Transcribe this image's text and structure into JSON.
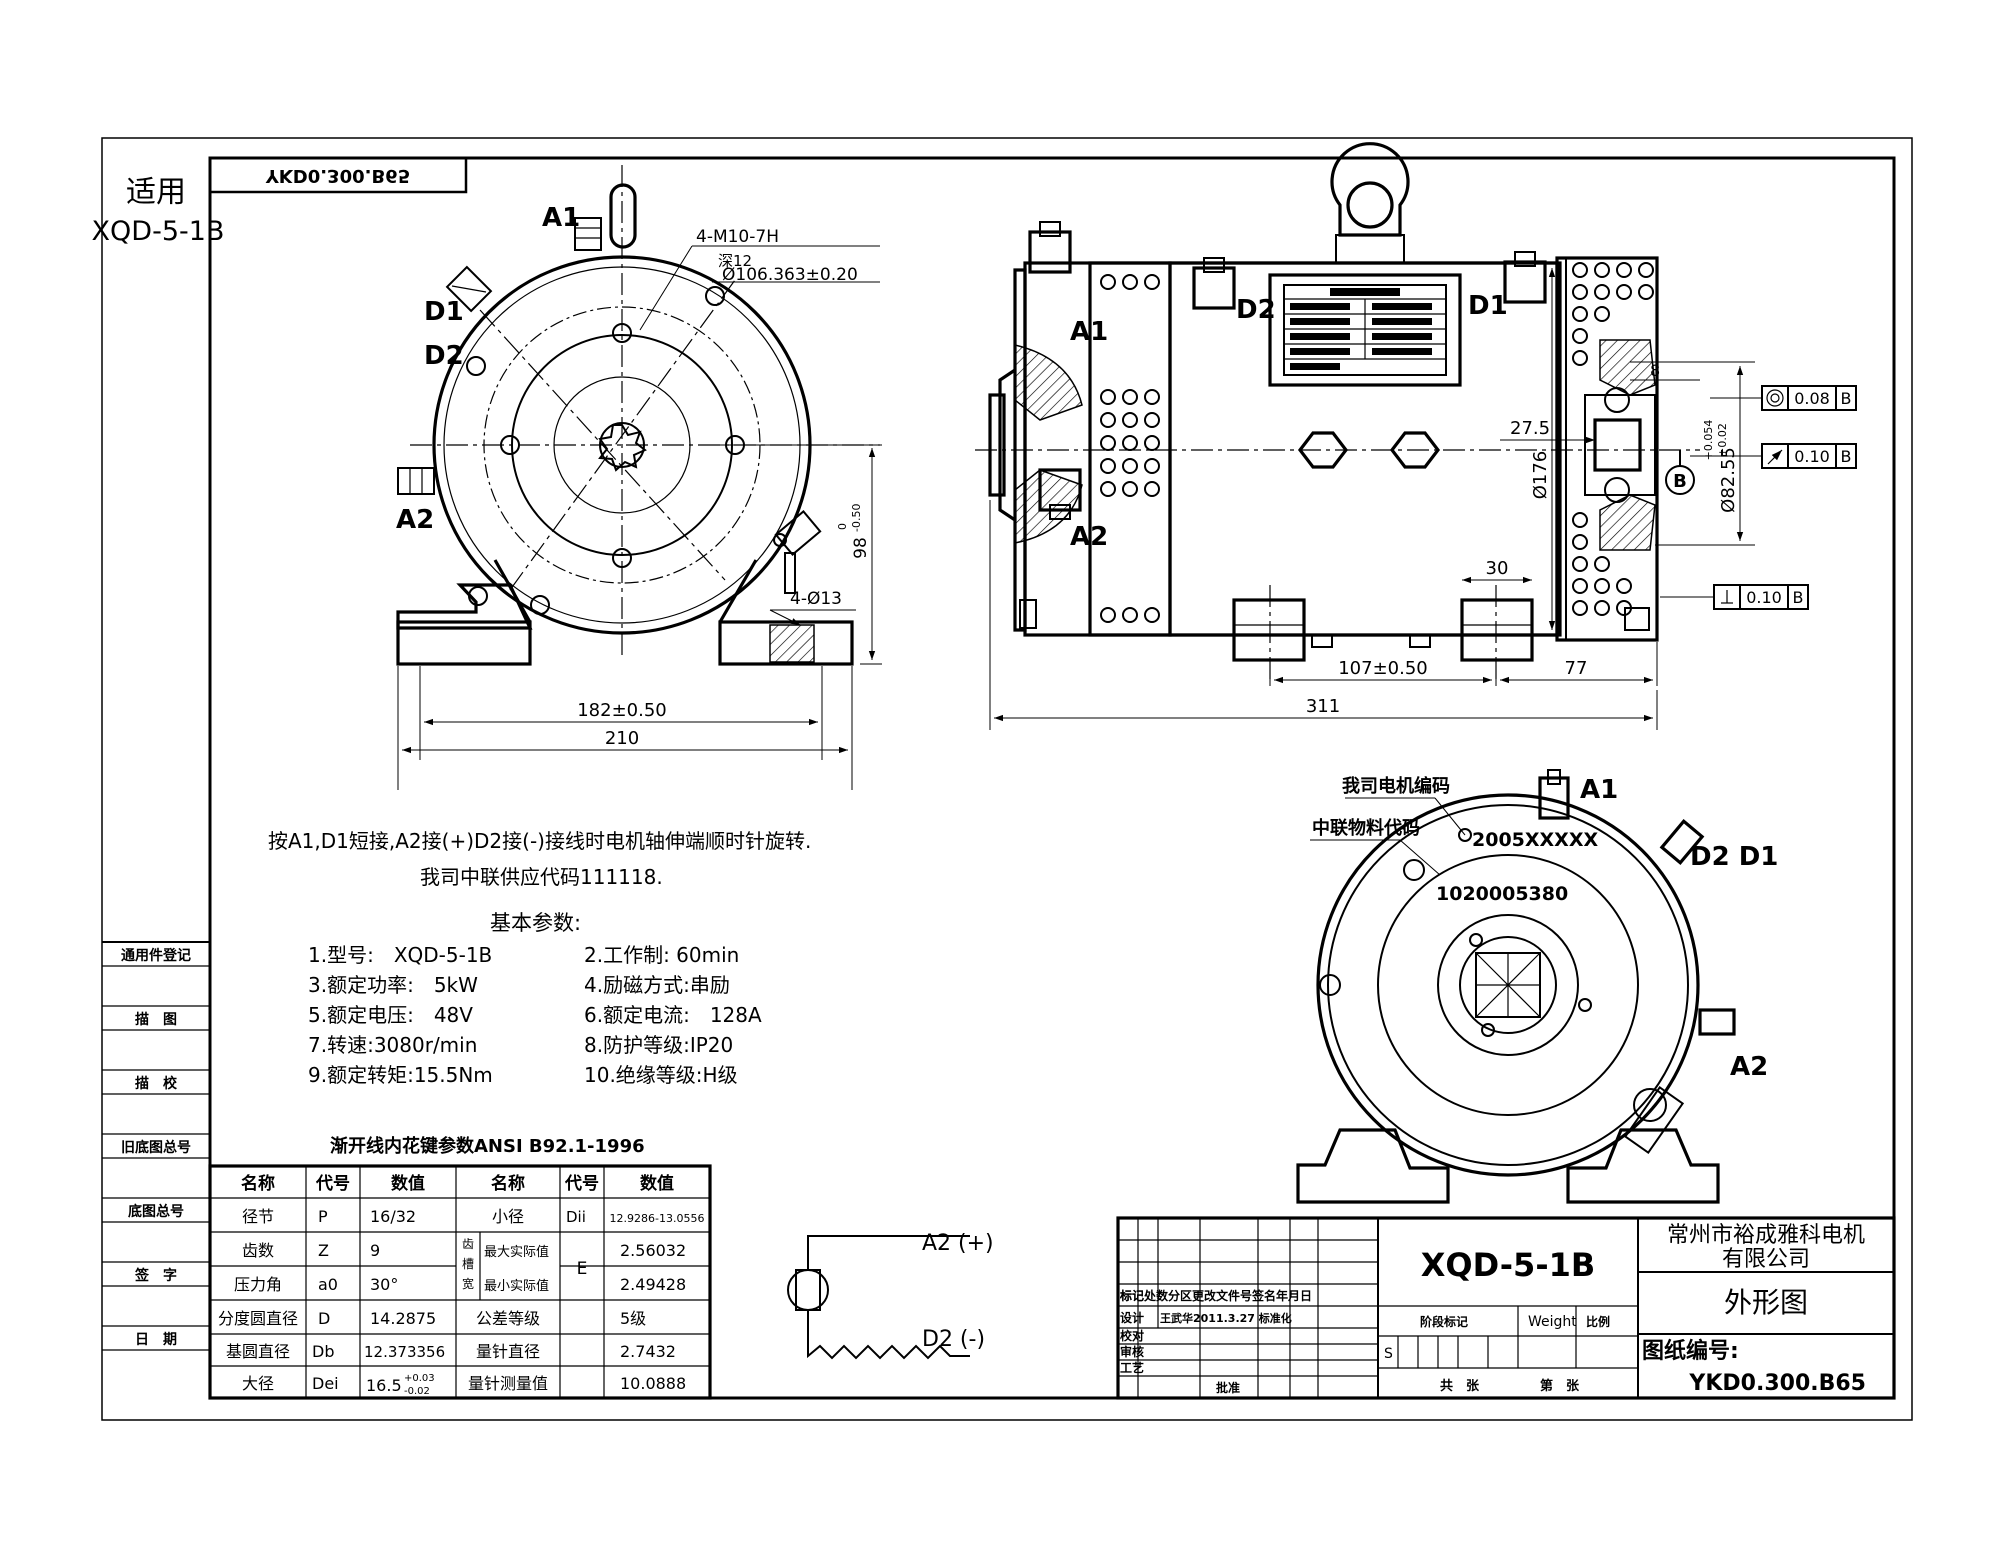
{
  "side_block": {
    "apply_label": "适用",
    "apply_value": "XQD-5-1B",
    "rows": [
      "通用件登记",
      "描　图",
      "描　校",
      "旧底图总号",
      "底图总号",
      "签　字",
      "日　期"
    ]
  },
  "mirror_code": "YKD0.300.B65",
  "front_view": {
    "labels": {
      "a1": "A1",
      "d1": "D1",
      "d2": "D2",
      "a2": "A2"
    },
    "dims": {
      "thread": "4-M10-7H",
      "depth": "深12",
      "pcd": "Ø106.363±0.20",
      "height": "98-0.50",
      "height_main": "98",
      "height_tol_up": "0",
      "height_tol_dn": "-0.50",
      "holes": "4-Ø13",
      "width1": "182±0.50",
      "width2": "210"
    }
  },
  "side_view": {
    "labels": {
      "a1": "A1",
      "a2": "A2",
      "d2": "D2",
      "d1": "D1",
      "b": "B"
    },
    "dims": {
      "d8": "8",
      "d27": "27.5",
      "d176": "Ø176",
      "d30": "30",
      "d107": "107±0.50",
      "d77": "77",
      "d311": "311",
      "shaft_main": "Ø82.55",
      "shaft_tol_up": "+0.054",
      "shaft_tol_dn": "+0.02"
    },
    "tolerances": [
      {
        "symbol": "concentricity",
        "value": "0.08",
        "datum": "B"
      },
      {
        "symbol": "runout",
        "value": "0.10",
        "datum": "B"
      },
      {
        "symbol": "perpendicularity",
        "value": "0.10",
        "datum": "B"
      }
    ]
  },
  "rear_view": {
    "labels": {
      "a1": "A1",
      "d2d1": "D2 D1",
      "a2": "A2"
    },
    "callouts": {
      "motor_code_label": "我司电机编码",
      "motor_code": "2005XXXXX",
      "material_code_label": "中联物料代码",
      "material_code": "1020005380"
    }
  },
  "notes": {
    "wiring": "按A1,D1短接,A2接(+)D2接(-)接线时电机轴伸端顺时针旋转.",
    "supplier": "我司中联供应代码111118."
  },
  "params": {
    "title": "基本参数:",
    "left": [
      "1.型号:　XQD-5-1B",
      "3.额定功率:　5kW",
      "5.额定电压:　48V",
      "7.转速:3080r/min",
      "9.额定转矩:15.5Nm"
    ],
    "right": [
      "2.工作制: 60min",
      "4.励磁方式:串励",
      "6.额定电流:　128A",
      "8.防护等级:IP20",
      "10.绝缘等级:H级"
    ]
  },
  "spline": {
    "title": "渐开线内花键参数ANSI B92.1-1996",
    "headers": [
      "名称",
      "代号",
      "数值",
      "名称",
      "代号",
      "数值"
    ],
    "rows": [
      [
        "径节",
        "P",
        "16/32",
        "小径",
        "Dii",
        "12.9286-13.0556"
      ],
      [
        "齿数",
        "Z",
        "9",
        "最大实际值",
        "",
        "2.56032"
      ],
      [
        "压力角",
        "a0",
        "30°",
        "最小实际值",
        "",
        "2.49428"
      ],
      [
        "分度圆直径",
        "D",
        "14.2875",
        "公差等级",
        "",
        "5级"
      ],
      [
        "基圆直径",
        "Db",
        "12.373356",
        "量针直径",
        "",
        "2.7432"
      ],
      [
        "大径",
        "Dei",
        "16.5(+0.03/-0.02)",
        "量针测量值",
        "",
        "10.0888"
      ]
    ],
    "merged_name": "齿槽宽",
    "merged_code": "E",
    "daj_main": "16.5",
    "daj_up": "+0.03",
    "daj_dn": "-0.02"
  },
  "wiring_diagram": {
    "a2": "A2 (+)",
    "d2": "D2 (-)"
  },
  "title_block": {
    "model": "XQD-5-1B",
    "company_line1": "常州市裕成雅科电机",
    "company_line2": "有限公司",
    "drawing_name": "外形图",
    "drawing_no_label": "图纸编号:",
    "drawing_no": "YKD0.300.B65",
    "row_labels": [
      "标记",
      "设计",
      "校对",
      "审核",
      "工艺"
    ],
    "header_row": "标记处数分区更改文件号签名年月日",
    "design_row": "王武华2011.3.27 标准化",
    "stage_label": "阶段标记",
    "weight_label": "Weight",
    "scale_label": "比例",
    "s_label": "S",
    "approve_label": "批准",
    "sheet_total": "共　张",
    "sheet_no": "第　张"
  }
}
